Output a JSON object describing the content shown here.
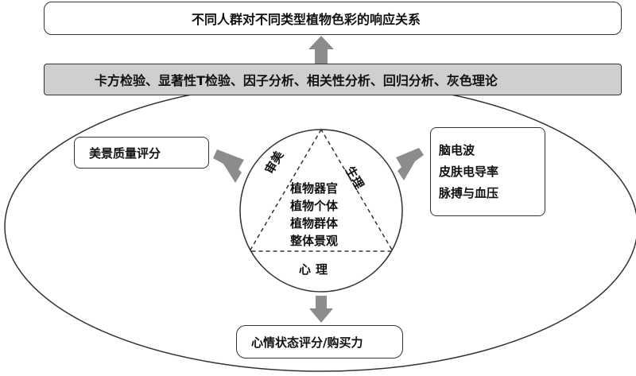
{
  "title": "不同人群对不同类型植物色彩的响应关系",
  "methods": "卡方检验、显著性T检验、因子分析、相关性分析、回归分析、灰色理论",
  "aesthetic_evaluation": "美景质量评分",
  "physiology_measures": [
    "脑电波",
    "皮肤电导率",
    "脉搏与血压"
  ],
  "mood_evaluation": "心情状态评分/购买力",
  "center_items": [
    "植物器官",
    "植物个体",
    "植物群体",
    "整体景观"
  ],
  "triangle_labels": {
    "aesthetic": "审美",
    "physiology": "生理",
    "psychology": "心理"
  },
  "colors": {
    "method_fill": "#cfcfcf",
    "arrow_fill": "#8c8c8c",
    "stroke": "#333333"
  }
}
